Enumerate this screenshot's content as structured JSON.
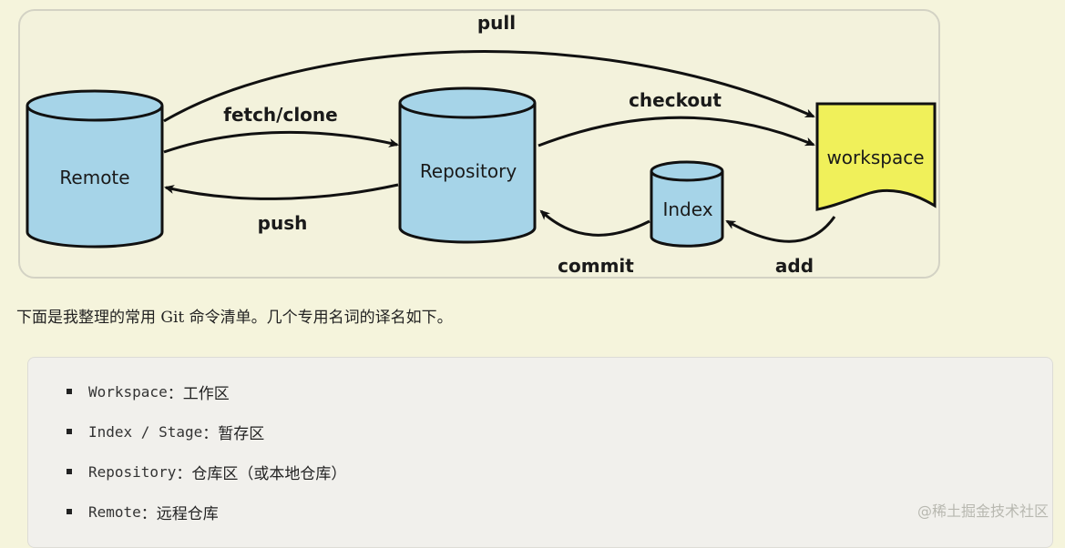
{
  "diagram": {
    "nodes": {
      "remote": "Remote",
      "repository": "Repository",
      "index": "Index",
      "workspace": "workspace"
    },
    "edges": {
      "pull": "pull",
      "fetch_clone": "fetch/clone",
      "push": "push",
      "checkout": "checkout",
      "commit": "commit",
      "add": "add"
    },
    "colors": {
      "cylinder": "#a6d4e8",
      "workspace": "#f0f05a",
      "panel": "#f3f2dc"
    }
  },
  "intro_text": "下面是我整理的常用 Git 命令清单。几个专用名词的译名如下。",
  "glossary": [
    {
      "term": "Workspace",
      "sep": "：",
      "desc": "工作区"
    },
    {
      "term": "Index / Stage",
      "sep": "：",
      "desc": "暂存区"
    },
    {
      "term": "Repository",
      "sep": "：",
      "desc": "仓库区（或本地仓库）"
    },
    {
      "term": "Remote",
      "sep": "：",
      "desc": "远程仓库"
    }
  ],
  "watermark": "@稀土掘金技术社区"
}
